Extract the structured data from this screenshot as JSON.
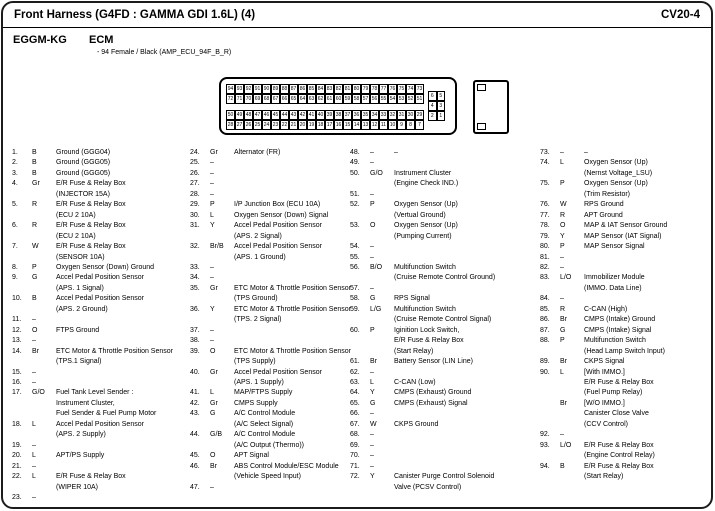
{
  "header": {
    "title": "Front Harness (G4FD : GAMMA GDI 1.6L) (4)",
    "code": "CV20-4"
  },
  "connector": {
    "id": "EGGM-KG",
    "name": "ECM",
    "subtitle": "- 94 Female / Black (AMP_ECU_94F_B_R)",
    "grid_top": [
      [
        94,
        93,
        92,
        91,
        90,
        89,
        88,
        87,
        86,
        85,
        84,
        83,
        82,
        81,
        80,
        79,
        78,
        77,
        76,
        75,
        74,
        73
      ],
      [
        72,
        71,
        70,
        69,
        68,
        67,
        66,
        65,
        64,
        63,
        62,
        61,
        60,
        59,
        58,
        57,
        56,
        55,
        54,
        53,
        52,
        51
      ]
    ],
    "grid_bottom": [
      [
        50,
        49,
        48,
        47,
        46,
        45,
        44,
        43,
        42,
        41,
        40,
        39,
        38,
        37,
        36,
        35,
        34,
        33,
        32,
        31,
        30,
        29
      ],
      [
        28,
        27,
        26,
        25,
        24,
        23,
        22,
        21,
        20,
        19,
        18,
        17,
        16,
        15,
        14,
        13,
        12,
        11,
        10,
        9,
        8,
        7
      ]
    ],
    "grid_side": [
      [
        6,
        5
      ],
      [
        4,
        3
      ],
      [
        2,
        1
      ]
    ]
  },
  "pins": {
    "col1": [
      {
        "pin": "1.",
        "color": "B",
        "desc": [
          "Ground (GGG04)"
        ]
      },
      {
        "pin": "2.",
        "color": "B",
        "desc": [
          "Ground (GGG05)"
        ]
      },
      {
        "pin": "3.",
        "color": "B",
        "desc": [
          "Ground (GGG05)"
        ]
      },
      {
        "pin": "4.",
        "color": "Gr",
        "desc": [
          "E/R Fuse & Relay Box",
          "(INJECTOR 15A)"
        ]
      },
      {
        "pin": "5.",
        "color": "R",
        "desc": [
          "E/R Fuse & Relay Box",
          "(ECU 2 10A)"
        ]
      },
      {
        "pin": "6.",
        "color": "R",
        "desc": [
          "E/R Fuse & Relay Box",
          "(ECU 2 10A)"
        ]
      },
      {
        "pin": "7.",
        "color": "W",
        "desc": [
          "E/R Fuse & Relay Box",
          "(SENSOR 10A)"
        ]
      },
      {
        "pin": "8.",
        "color": "P",
        "desc": [
          "Oxygen Sensor (Down) Ground"
        ]
      },
      {
        "pin": "9.",
        "color": "G",
        "desc": [
          "Accel Pedal Position Sensor",
          "(APS. 1 Signal)"
        ]
      },
      {
        "pin": "10.",
        "color": "B",
        "desc": [
          "Accel Pedal Position Sensor",
          "(APS. 2 Ground)"
        ]
      },
      {
        "pin": "11.",
        "color": "–",
        "desc": []
      },
      {
        "pin": "12.",
        "color": "O",
        "desc": [
          "FTPS Ground"
        ]
      },
      {
        "pin": "13.",
        "color": "–",
        "desc": []
      },
      {
        "pin": "14.",
        "color": "Br",
        "desc": [
          "ETC Motor & Throttle Position Sensor",
          "(TPS.1 Signal)"
        ]
      },
      {
        "pin": "15.",
        "color": "–",
        "desc": []
      },
      {
        "pin": "16.",
        "color": "–",
        "desc": []
      },
      {
        "pin": "17.",
        "color": "G/O",
        "desc": [
          "Fuel Tank Level Sender :",
          "Instrument Cluster,",
          "Fuel Sender & Fuel Pump Motor"
        ]
      },
      {
        "pin": "18.",
        "color": "L",
        "desc": [
          "Accel Pedal Position Sensor",
          "(APS. 2 Supply)"
        ]
      },
      {
        "pin": "19.",
        "color": "–",
        "desc": []
      },
      {
        "pin": "20.",
        "color": "L",
        "desc": [
          "APT/PS Supply"
        ]
      },
      {
        "pin": "21.",
        "color": "–",
        "desc": []
      },
      {
        "pin": "22.",
        "color": "L",
        "desc": [
          "E/R Fuse & Relay Box",
          "(WIPER 10A)"
        ]
      },
      {
        "pin": "23.",
        "color": "–",
        "desc": []
      }
    ],
    "col2": [
      {
        "pin": "24.",
        "color": "Gr",
        "desc": [
          "Alternator (FR)"
        ]
      },
      {
        "pin": "25.",
        "color": "–",
        "desc": []
      },
      {
        "pin": "26.",
        "color": "–",
        "desc": []
      },
      {
        "pin": "27.",
        "color": "–",
        "desc": []
      },
      {
        "pin": "28.",
        "color": "–",
        "desc": []
      },
      {
        "pin": "29.",
        "color": "P",
        "desc": [
          "I/P Junction Box (ECU 10A)"
        ]
      },
      {
        "pin": "30.",
        "color": "L",
        "desc": [
          "Oxygen Sensor (Down) Signal"
        ]
      },
      {
        "pin": "31.",
        "color": "Y",
        "desc": [
          "Accel Pedal Position Sensor",
          "(APS. 2 Signal)"
        ]
      },
      {
        "pin": "32.",
        "color": "Br/B",
        "desc": [
          "Accel Pedal Position Sensor",
          "(APS. 1 Ground)"
        ]
      },
      {
        "pin": "33.",
        "color": "–",
        "desc": []
      },
      {
        "pin": "34.",
        "color": "–",
        "desc": []
      },
      {
        "pin": "35.",
        "color": "Gr",
        "desc": [
          "ETC Motor & Throttle Position Sensor",
          "(TPS Ground)"
        ]
      },
      {
        "pin": "36.",
        "color": "Y",
        "desc": [
          "ETC Motor & Throttle Position Sensor",
          "(TPS. 2 Signal)"
        ]
      },
      {
        "pin": "37.",
        "color": "–",
        "desc": []
      },
      {
        "pin": "38.",
        "color": "–",
        "desc": []
      },
      {
        "pin": "39.",
        "color": "O",
        "desc": [
          "ETC Motor & Throttle Position Sensor",
          "(TPS Supply)"
        ]
      },
      {
        "pin": "40.",
        "color": "Gr",
        "desc": [
          "Accel Pedal Position Sensor",
          "(APS. 1 Supply)"
        ]
      },
      {
        "pin": "41.",
        "color": "L",
        "desc": [
          "MAP/FTPS Supply"
        ]
      },
      {
        "pin": "42.",
        "color": "Gr",
        "desc": [
          "CMPS Supply"
        ]
      },
      {
        "pin": "43.",
        "color": "G",
        "desc": [
          "A/C Control Module",
          "(A/C Select Signal)"
        ]
      },
      {
        "pin": "44.",
        "color": "G/B",
        "desc": [
          "A/C Control Module",
          "(A/C Output (Thermo))"
        ]
      },
      {
        "pin": "45.",
        "color": "O",
        "desc": [
          "APT Signal"
        ]
      },
      {
        "pin": "46.",
        "color": "Br",
        "desc": [
          "ABS Control Module/ESC Module",
          "(Vehicle Speed Input)"
        ]
      },
      {
        "pin": "47.",
        "color": "–",
        "desc": []
      }
    ],
    "col3": [
      {
        "pin": "48.",
        "color": "–",
        "desc": [
          "–"
        ]
      },
      {
        "pin": "49.",
        "color": "–",
        "desc": []
      },
      {
        "pin": "50.",
        "color": "G/O",
        "desc": [
          "Instrument Cluster",
          "(Engine Check IND.)"
        ]
      },
      {
        "pin": "51.",
        "color": "–",
        "desc": []
      },
      {
        "pin": "52.",
        "color": "P",
        "desc": [
          "Oxygen Sensor (Up)",
          "(Vertual Ground)"
        ]
      },
      {
        "pin": "53.",
        "color": "O",
        "desc": [
          "Oxygen Sensor (Up)",
          "(Pumping Current)"
        ]
      },
      {
        "pin": "54.",
        "color": "–",
        "desc": []
      },
      {
        "pin": "55.",
        "color": "–",
        "desc": []
      },
      {
        "pin": "56.",
        "color": "B/O",
        "desc": [
          "Multifunction Switch",
          "(Cruise Remote Control Ground)"
        ]
      },
      {
        "pin": "57.",
        "color": "–",
        "desc": []
      },
      {
        "pin": "58.",
        "color": "G",
        "desc": [
          "RPS Signal"
        ]
      },
      {
        "pin": "59.",
        "color": "L/G",
        "desc": [
          "Multifunction Switch",
          "(Cruise Remote Control Signal)"
        ]
      },
      {
        "pin": "60.",
        "color": "P",
        "desc": [
          "Iginition Lock Switch,",
          "E/R Fuse & Relay Box",
          "(Start Relay)"
        ]
      },
      {
        "pin": "61.",
        "color": "Br",
        "desc": [
          "Battery Sensor (LIN Line)"
        ]
      },
      {
        "pin": "62.",
        "color": "–",
        "desc": []
      },
      {
        "pin": "63.",
        "color": "L",
        "desc": [
          "C-CAN (Low)"
        ]
      },
      {
        "pin": "64.",
        "color": "Y",
        "desc": [
          "CMPS (Exhaust) Ground"
        ]
      },
      {
        "pin": "65.",
        "color": "G",
        "desc": [
          "CMPS (Exhaust) Signal"
        ]
      },
      {
        "pin": "66.",
        "color": "–",
        "desc": []
      },
      {
        "pin": "67.",
        "color": "W",
        "desc": [
          "CKPS Ground"
        ]
      },
      {
        "pin": "68.",
        "color": "–",
        "desc": []
      },
      {
        "pin": "69.",
        "color": "–",
        "desc": []
      },
      {
        "pin": "70.",
        "color": "–",
        "desc": []
      },
      {
        "pin": "71.",
        "color": "–",
        "desc": []
      },
      {
        "pin": "72.",
        "color": "Y",
        "desc": [
          "Canister Purge Control Solenoid",
          "Valve (PCSV Control)"
        ]
      }
    ],
    "col4": [
      {
        "pin": "73.",
        "color": "–",
        "desc": [
          "–"
        ]
      },
      {
        "pin": "74.",
        "color": "L",
        "desc": [
          "Oxygen Sensor (Up)",
          "(Nernst Voltage_LSU)"
        ]
      },
      {
        "pin": "75.",
        "color": "P",
        "desc": [
          "Oxygen Sensor (Up)",
          "(Trim Resistor)"
        ]
      },
      {
        "pin": "76.",
        "color": "W",
        "desc": [
          "RPS Ground"
        ]
      },
      {
        "pin": "77.",
        "color": "R",
        "desc": [
          "APT Ground"
        ]
      },
      {
        "pin": "78.",
        "color": "O",
        "desc": [
          "MAP & IAT Sensor Ground"
        ]
      },
      {
        "pin": "79.",
        "color": "Y",
        "desc": [
          "MAP Sensor (IAT Signal)"
        ]
      },
      {
        "pin": "80.",
        "color": "P",
        "desc": [
          "MAP Sensor Signal"
        ]
      },
      {
        "pin": "81.",
        "color": "–",
        "desc": []
      },
      {
        "pin": "82.",
        "color": "–",
        "desc": []
      },
      {
        "pin": "83.",
        "color": "L/O",
        "desc": [
          "Immobilizer Module",
          "(IMMO. Data Line)"
        ]
      },
      {
        "pin": "84.",
        "color": "–",
        "desc": []
      },
      {
        "pin": "85.",
        "color": "R",
        "desc": [
          "C-CAN (High)"
        ]
      },
      {
        "pin": "86.",
        "color": "Br",
        "desc": [
          "CMPS (Intake) Ground"
        ]
      },
      {
        "pin": "87.",
        "color": "G",
        "desc": [
          "CMPS (Intake) Signal"
        ]
      },
      {
        "pin": "88.",
        "color": "P",
        "desc": [
          "Multifunction Switch",
          "(Head Lamp Switch Input)"
        ]
      },
      {
        "pin": "89.",
        "color": "Br",
        "desc": [
          "CKPS Signal"
        ]
      },
      {
        "pin": "90.",
        "color": "L",
        "desc": [
          "[With IMMO.]",
          "E/R Fuse & Relay Box",
          "(Fuel Pump Relay)"
        ]
      },
      {
        "pin": "",
        "color": "Br",
        "desc": [
          "[W/O IMMO.]",
          "Canister Close Valve",
          "(CCV Control)"
        ]
      },
      {
        "pin": "92.",
        "color": "–",
        "desc": []
      },
      {
        "pin": "93.",
        "color": "L/O",
        "desc": [
          "E/R Fuse & Relay Box",
          "(Engine Control Relay)"
        ]
      },
      {
        "pin": "94.",
        "color": "B",
        "desc": [
          "E/R Fuse & Relay Box",
          "(Start Relay)"
        ]
      }
    ]
  }
}
